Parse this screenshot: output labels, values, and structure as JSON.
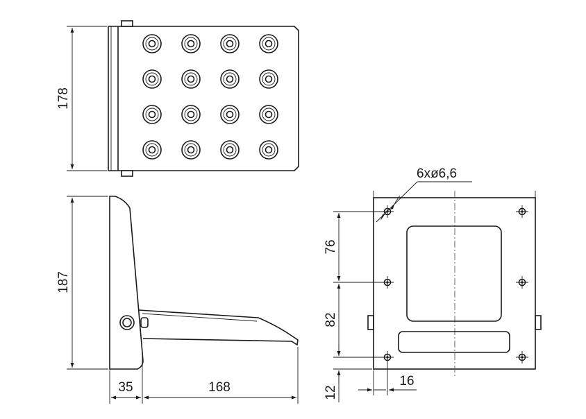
{
  "dimensions": {
    "top_height": "178",
    "side_height": "187",
    "side_depth_a": "35",
    "side_depth_b": "168",
    "holes_spec": "6xø6,6",
    "hole_spacing_upper": "76",
    "hole_spacing_lower": "82",
    "bottom_offset": "12",
    "side_offset": "16"
  },
  "grid": {
    "rows": 4,
    "cols": 4
  }
}
